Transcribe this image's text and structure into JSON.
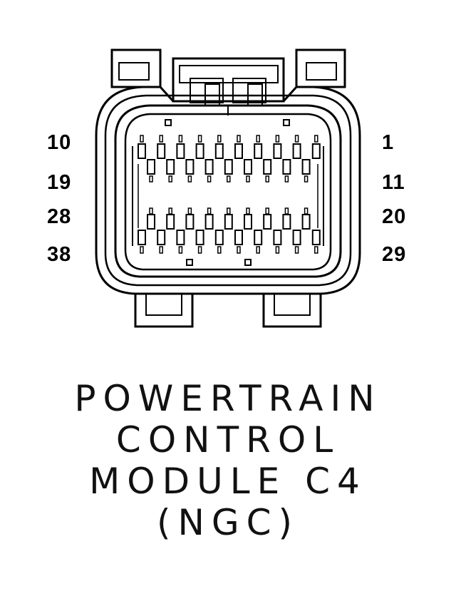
{
  "pin_labels": {
    "left": [
      "10",
      "19",
      "28",
      "38"
    ],
    "right": [
      "1",
      "11",
      "20",
      "29"
    ]
  },
  "caption": {
    "line1": "POWERTRAIN",
    "line2": "CONTROL",
    "line3": "MODULE C4",
    "line4": "(NGC)"
  },
  "colors": {
    "ink": "#000000",
    "background": "#ffffff"
  }
}
